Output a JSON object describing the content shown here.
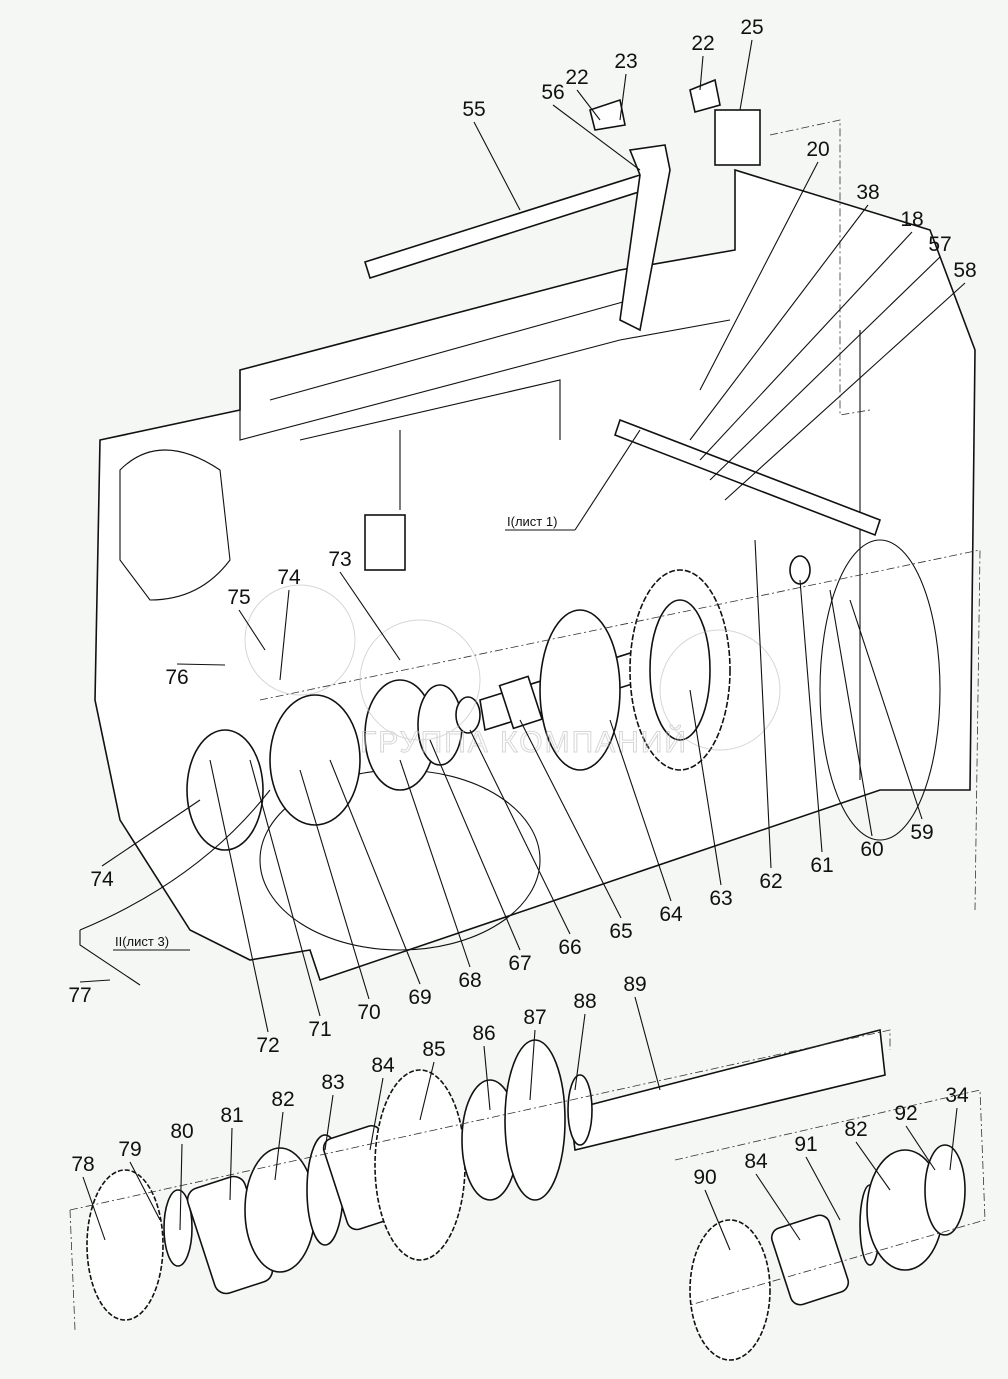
{
  "diagram": {
    "part_labels": [
      "22",
      "23",
      "22",
      "25",
      "56",
      "55",
      "20",
      "38",
      "18",
      "57",
      "58",
      "74",
      "75",
      "76",
      "73",
      "74",
      "72",
      "71",
      "70",
      "69",
      "68",
      "67",
      "66",
      "65",
      "64",
      "63",
      "62",
      "61",
      "60",
      "59",
      "77",
      "78",
      "79",
      "80",
      "81",
      "82",
      "83",
      "84",
      "85",
      "86",
      "87",
      "88",
      "89",
      "90",
      "84",
      "91",
      "82",
      "92",
      "34"
    ],
    "references": [
      "I(лист 1)",
      "II(лист 3)"
    ],
    "watermark": "ГРУППА КОМПАНИЙ"
  }
}
